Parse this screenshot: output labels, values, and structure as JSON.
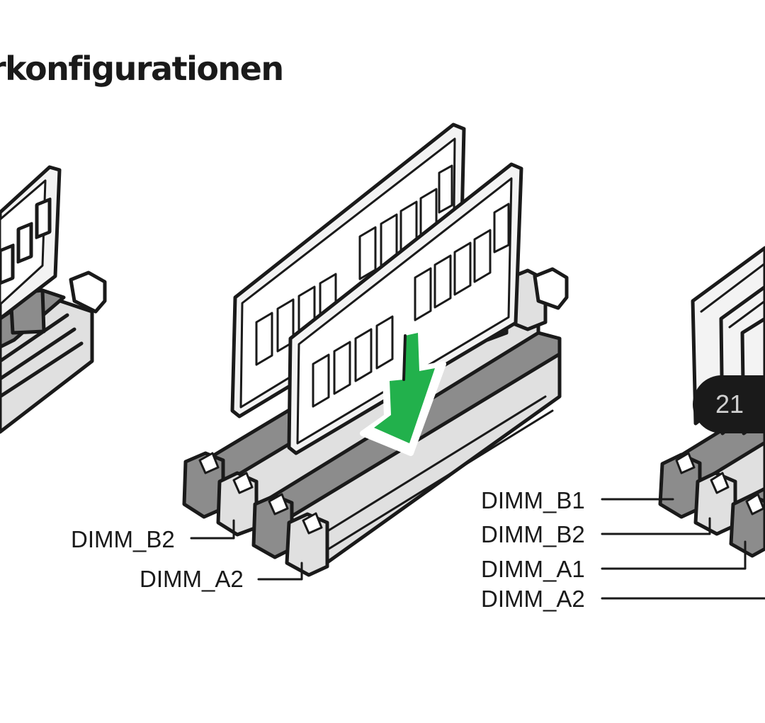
{
  "page": {
    "heading": "rkonfigurationen",
    "page_number": "21"
  },
  "labels": {
    "middle": {
      "b2": "DIMM_B2",
      "a2": "DIMM_A2"
    },
    "right": {
      "b1": "DIMM_B1",
      "b2": "DIMM_B2",
      "a1": "DIMM_A1",
      "a2": "DIMM_A2"
    }
  },
  "colors": {
    "ink": "#1a1a1a",
    "slot_dark": "#8c8c8c",
    "slot_light": "#e0e0e0",
    "module_face": "#f3f3f3",
    "arrow_green": "#22b14c"
  },
  "icons": [
    "memory-module-icon",
    "dimm-slot-icon",
    "insert-arrow-icon"
  ]
}
